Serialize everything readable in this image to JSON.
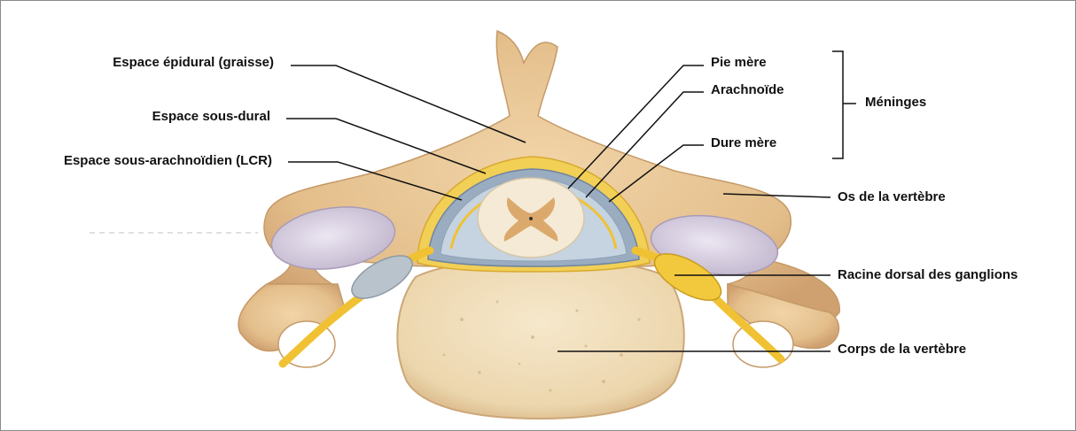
{
  "labels": {
    "espace_epidural": "Espace épidural (graisse)",
    "espace_sous_dural": "Espace sous-dural",
    "espace_sous_arachnoidien": "Espace sous-arachnoïdien (LCR)",
    "pie_mere": "Pie mère",
    "arachnoide": "Arachnoïde",
    "dure_mere": "Dure mère",
    "meninges": "Méninges",
    "os_vertebre": "Os de la vertèbre",
    "racine_dorsale": "Racine dorsal des ganglions",
    "corps_vertebre": "Corps de la vertèbre"
  },
  "colors": {
    "bone": "#e9c79a",
    "bone_shadow": "#cfa878",
    "vertebral_body": "#f1dfbd",
    "fat": "#f2cf55",
    "dura": "#8fa2b8",
    "arachnoid": "#b9c7d6",
    "spinal_cord": "#f4ead6",
    "gray_matter": "#d9a86a",
    "nerve": "#f0c233",
    "cartilage": "#d6cde0",
    "leader_line": "#111111"
  }
}
